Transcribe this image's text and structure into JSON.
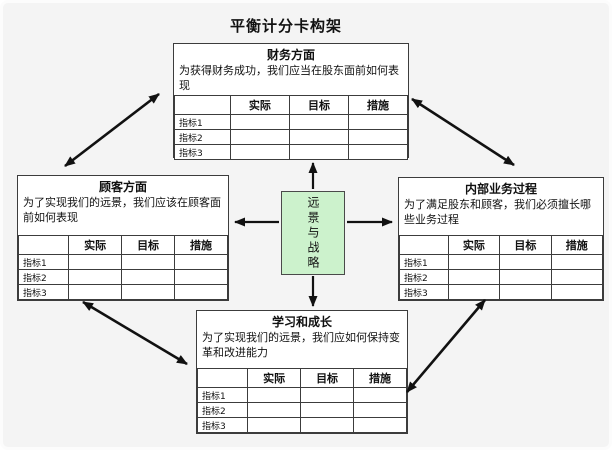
{
  "page": {
    "title": "平衡计分卡构架",
    "background": "#f4f4f4"
  },
  "colors": {
    "panel_background": "#ffffff",
    "panel_border": "#3c3c3c",
    "center_box_background": "#ccf2cc",
    "arrow": "#111111"
  },
  "center_box": {
    "label": "远景与战略"
  },
  "scorecard_table": {
    "corner": "",
    "columns": [
      "实际",
      "目标",
      "措施"
    ],
    "row_labels": [
      "指标1",
      "指标2",
      "指标3"
    ]
  },
  "panels": {
    "finance": {
      "title": "财务方面",
      "description": "为获得财务成功，我们应当在股东面前如何表现"
    },
    "customer": {
      "title": "顾客方面",
      "description": "为了实现我们的远景，我们应该在顾客面前如何表现"
    },
    "internal": {
      "title": "内部业务过程",
      "description": "为了满足股东和顾客，我们必须擅长哪些业务过程"
    },
    "learning": {
      "title": "学习和成长",
      "description": "为了实现我们的远景，我们应如何保持变革和改进能力"
    }
  }
}
